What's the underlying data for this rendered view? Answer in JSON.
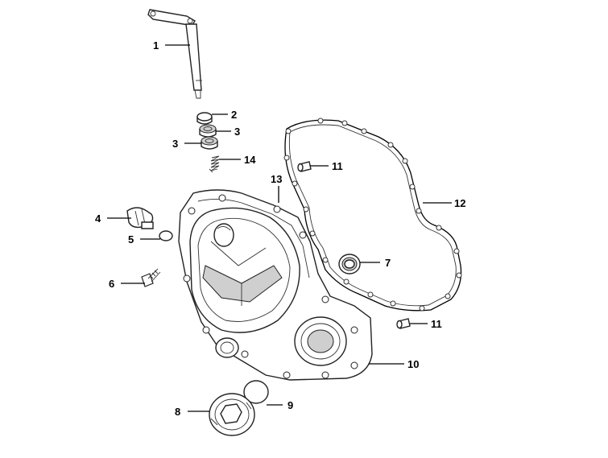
{
  "callouts": [
    {
      "id": "1",
      "label": "1"
    },
    {
      "id": "2",
      "label": "2"
    },
    {
      "id": "3a",
      "label": "3"
    },
    {
      "id": "3b",
      "label": "3"
    },
    {
      "id": "14",
      "label": "14"
    },
    {
      "id": "11a",
      "label": "11"
    },
    {
      "id": "13",
      "label": "13"
    },
    {
      "id": "12",
      "label": "12"
    },
    {
      "id": "4",
      "label": "4"
    },
    {
      "id": "5",
      "label": "5"
    },
    {
      "id": "7",
      "label": "7"
    },
    {
      "id": "6",
      "label": "6"
    },
    {
      "id": "11b",
      "label": "11"
    },
    {
      "id": "10",
      "label": "10"
    },
    {
      "id": "9",
      "label": "9"
    },
    {
      "id": "8",
      "label": "8"
    }
  ]
}
